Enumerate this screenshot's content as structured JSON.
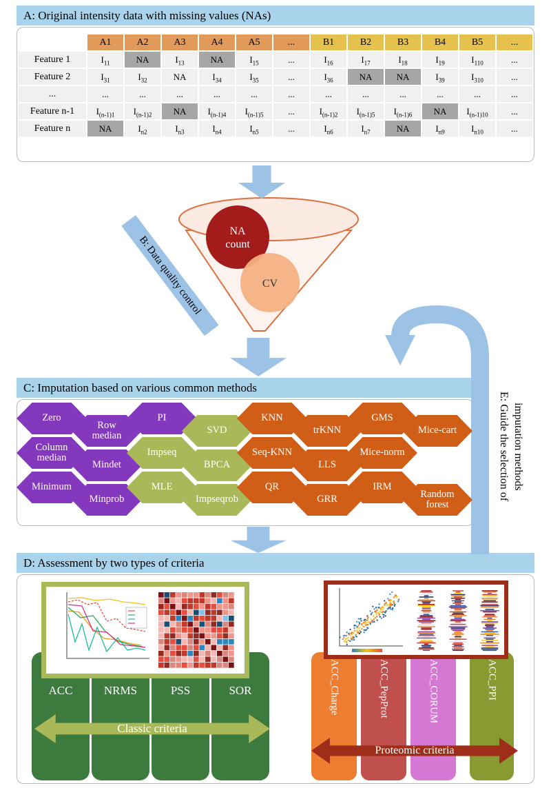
{
  "colors": {
    "header_bar": "#a9d3ea",
    "arrow_blue": "#9cc3e5",
    "table_a_header": "#e29a5a",
    "table_b_header": "#e5c24e",
    "na_cell": "#a6a6a6",
    "funnel_outline": "#dd6f3f",
    "na_count_circle": "#a31b1b",
    "cv_circle": "#f4b183",
    "hex_purple": "#8438bd",
    "hex_olive": "#a9b859",
    "hex_orange": "#d05e17",
    "classic_green": "#3d7a3e",
    "classic_arrow": "#a9b859",
    "col_charge": "#ed7d31",
    "col_pepprot": "#c0504d",
    "col_corum": "#d16dd1",
    "col_ppi": "#8a9a33",
    "proteomic_arrow": "#9e2d1a",
    "red_box_border": "#a02c1a"
  },
  "panelA": {
    "title": "A: Original intensity data with missing values (NAs)",
    "table": {
      "columns": [
        {
          "label": "A1",
          "group": "a"
        },
        {
          "label": "A2",
          "group": "a"
        },
        {
          "label": "A3",
          "group": "a"
        },
        {
          "label": "A4",
          "group": "a"
        },
        {
          "label": "A5",
          "group": "a"
        },
        {
          "label": "...",
          "group": "a"
        },
        {
          "label": "B1",
          "group": "b"
        },
        {
          "label": "B2",
          "group": "b"
        },
        {
          "label": "B3",
          "group": "b"
        },
        {
          "label": "B4",
          "group": "b"
        },
        {
          "label": "B5",
          "group": "b"
        },
        {
          "label": "...",
          "group": "b"
        }
      ],
      "rows": [
        {
          "label": "Feature 1",
          "cells": [
            {
              "b": "I",
              "s": "11"
            },
            {
              "b": "NA",
              "gray": true
            },
            {
              "b": "I",
              "s": "13"
            },
            {
              "b": "NA",
              "gray": true
            },
            {
              "b": "I",
              "s": "15"
            },
            {
              "b": "..."
            },
            {
              "b": "I",
              "s": "16"
            },
            {
              "b": "I",
              "s": "17"
            },
            {
              "b": "I",
              "s": "18"
            },
            {
              "b": "I",
              "s": "19"
            },
            {
              "b": "I",
              "s": "110"
            },
            {
              "b": "..."
            }
          ]
        },
        {
          "label": "Feature 2",
          "cells": [
            {
              "b": "I",
              "s": "31"
            },
            {
              "b": "I",
              "s": "32"
            },
            {
              "b": "NA"
            },
            {
              "b": "I",
              "s": "34"
            },
            {
              "b": "I",
              "s": "35"
            },
            {
              "b": "..."
            },
            {
              "b": "I",
              "s": "36"
            },
            {
              "b": "NA",
              "gray": true
            },
            {
              "b": "NA",
              "gray": true
            },
            {
              "b": "I",
              "s": "39"
            },
            {
              "b": "I",
              "s": "310"
            },
            {
              "b": "..."
            }
          ]
        },
        {
          "label": "...",
          "cells": [
            {
              "b": "..."
            },
            {
              "b": "..."
            },
            {
              "b": "..."
            },
            {
              "b": "..."
            },
            {
              "b": "..."
            },
            {
              "b": "..."
            },
            {
              "b": "..."
            },
            {
              "b": "..."
            },
            {
              "b": "..."
            },
            {
              "b": "..."
            },
            {
              "b": "..."
            },
            {
              "b": "..."
            }
          ]
        },
        {
          "label": "Feature n-1",
          "cells": [
            {
              "b": "I",
              "s": "(n-1)1"
            },
            {
              "b": "I",
              "s": "(n-1)2"
            },
            {
              "b": "NA",
              "gray": true
            },
            {
              "b": "I",
              "s": "(n-1)4"
            },
            {
              "b": "I",
              "s": "(n-1)5"
            },
            {
              "b": "..."
            },
            {
              "b": "I",
              "s": "(n-1)2"
            },
            {
              "b": "I",
              "s": "(n-1)5"
            },
            {
              "b": "I",
              "s": "(n-1)6"
            },
            {
              "b": "NA",
              "gray": true
            },
            {
              "b": "I",
              "s": "(n-1)10"
            },
            {
              "b": "..."
            }
          ]
        },
        {
          "label": "Feature n",
          "cells": [
            {
              "b": "NA",
              "gray": true
            },
            {
              "b": "I",
              "s": "n2"
            },
            {
              "b": "I",
              "s": "n3"
            },
            {
              "b": "I",
              "s": "n4"
            },
            {
              "b": "I",
              "s": "n5"
            },
            {
              "b": "..."
            },
            {
              "b": "I",
              "s": "n6"
            },
            {
              "b": "I",
              "s": "n7"
            },
            {
              "b": "NA",
              "gray": true
            },
            {
              "b": "I",
              "s": "n9"
            },
            {
              "b": "I",
              "s": "n10"
            },
            {
              "b": "..."
            }
          ]
        }
      ]
    }
  },
  "panelB": {
    "label": "B: Data quality control",
    "na_circle_line1": "NA",
    "na_circle_line2": "count",
    "cv_circle": "CV"
  },
  "panelC": {
    "title": "C: Imputation based on various common methods",
    "methods": [
      {
        "label": "Zero",
        "color": "purple",
        "col": 0,
        "row": 0
      },
      {
        "label": "Row median",
        "color": "purple",
        "col": 1,
        "row": 0
      },
      {
        "label": "PI",
        "color": "purple",
        "col": 2,
        "row": 0
      },
      {
        "label": "SVD",
        "color": "olive",
        "col": 3,
        "row": 0
      },
      {
        "label": "KNN",
        "color": "orange",
        "col": 4,
        "row": 0
      },
      {
        "label": "trKNN",
        "color": "orange",
        "col": 5,
        "row": 0
      },
      {
        "label": "GMS",
        "color": "orange",
        "col": 6,
        "row": 0
      },
      {
        "label": "Mice-cart",
        "color": "orange",
        "col": 7,
        "row": 0
      },
      {
        "label": "Column median",
        "color": "purple",
        "col": 0,
        "row": 1
      },
      {
        "label": "Mindet",
        "color": "purple",
        "col": 1,
        "row": 1
      },
      {
        "label": "Impseq",
        "color": "olive",
        "col": 2,
        "row": 1
      },
      {
        "label": "BPCA",
        "color": "olive",
        "col": 3,
        "row": 1
      },
      {
        "label": "Seq-KNN",
        "color": "orange",
        "col": 4,
        "row": 1
      },
      {
        "label": "LLS",
        "color": "orange",
        "col": 5,
        "row": 1
      },
      {
        "label": "Mice-norm",
        "color": "orange",
        "col": 6,
        "row": 1
      },
      {
        "label": "Minimum",
        "color": "purple",
        "col": 0,
        "row": 2
      },
      {
        "label": "Minprob",
        "color": "purple",
        "col": 1,
        "row": 2
      },
      {
        "label": "MLE",
        "color": "olive",
        "col": 2,
        "row": 2
      },
      {
        "label": "Impseqrob",
        "color": "olive",
        "col": 3,
        "row": 2
      },
      {
        "label": "QR",
        "color": "orange",
        "col": 4,
        "row": 2
      },
      {
        "label": "GRR",
        "color": "orange",
        "col": 5,
        "row": 2
      },
      {
        "label": "IRM",
        "color": "orange",
        "col": 6,
        "row": 2
      },
      {
        "label": "Random forest",
        "color": "orange",
        "col": 7,
        "row": 2
      }
    ]
  },
  "panelD": {
    "title": "D: Assessment by two types of criteria",
    "classic": {
      "columns": [
        "ACC",
        "NRMS",
        "PSS",
        "SOR"
      ],
      "arrow_label": "Classic criteria"
    },
    "proteomic": {
      "columns": [
        "ACC_Charge",
        "ACC_PepProt",
        "ACC_CORUM",
        "ACC_PPI"
      ],
      "arrow_label": "Proteomic criteria"
    }
  },
  "panelE": {
    "line1": "E: Guide the selection of",
    "line2": "imputation methods"
  }
}
